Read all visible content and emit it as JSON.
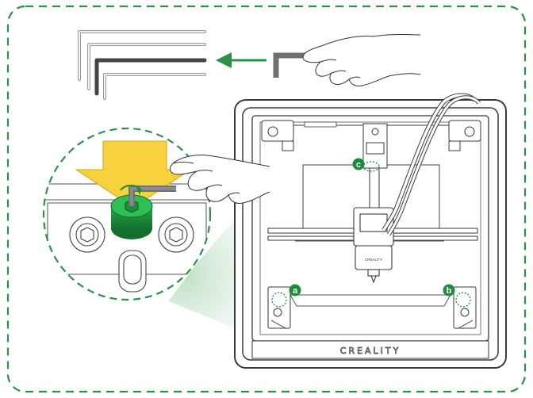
{
  "callouts": {
    "a": "a",
    "b": "b",
    "c": "c"
  },
  "printer": {
    "brand": "CREALITY",
    "printhead_brand": "CREALITY"
  },
  "colors": {
    "dash_green": "#2f8f4a",
    "callout_green": "#1e8a3e",
    "arrow_yellow": "#f7d23c",
    "knob_green": "#1a8f3a",
    "wrench_grey": "#707070",
    "arrow_green": "#2f8f4a",
    "frame_dark": "#3a3a3a"
  },
  "icons": {
    "arrow": "arrow-left-icon",
    "insert_arrow": "arrow-down-icon",
    "hex_wrench": "hex-wrench-icon"
  }
}
